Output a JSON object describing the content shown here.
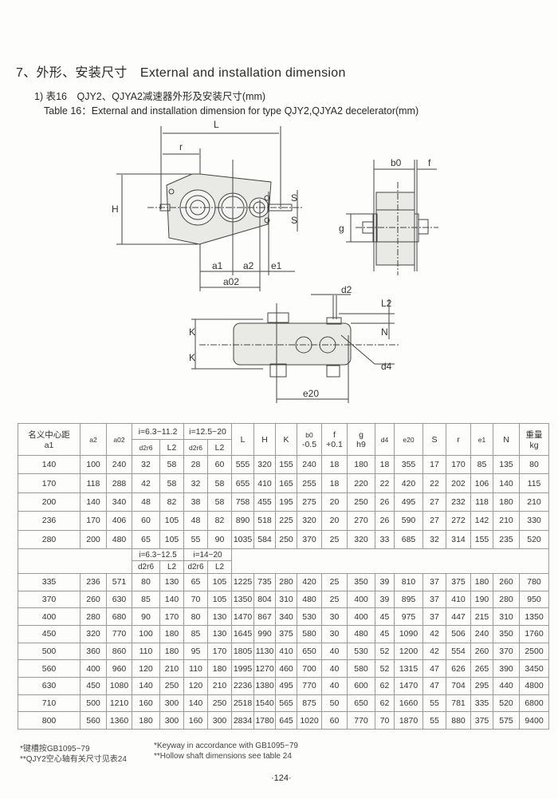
{
  "section_title": "7、外形、安装尺寸　External and installation dimension",
  "subtitle_cn": "1) 表16　QJY2、QJYA2减速器外形及安装尺寸(mm)",
  "subtitle_en": "Table 16：External and installation dimension for type QJY2,QJYA2 decelerator(mm)",
  "diagram_labels": {
    "L": "L",
    "r": "r",
    "H": "H",
    "S1": "S",
    "S2": "S",
    "a1": "a1",
    "a2": "a2",
    "e1": "e1",
    "a02": "a02",
    "b0": "b0",
    "f": "f",
    "g": "g",
    "d2": "d2",
    "L2": "L2",
    "N": "N",
    "K1": "K",
    "K2": "K",
    "d4": "d4",
    "e20": "e20"
  },
  "table": {
    "header": {
      "a1": "名义中心距",
      "a1_sub": "a1",
      "a2": "a2",
      "a02": "a02",
      "ratio1": "i=6.3~11.2",
      "ratio2": "i=12.5~20",
      "d": "d2r6",
      "L2": "L2",
      "L": "L",
      "H": "H",
      "K": "K",
      "b0": "b0",
      "b0_tol": "-0.5",
      "f": "f",
      "f_tol": "+0.1",
      "g": "g",
      "g_tol": "h9",
      "d4": "d4",
      "e20": "e20",
      "S": "S",
      "r": "r",
      "e1": "e1",
      "N": "N",
      "weight": "重量",
      "weight_unit": "kg"
    },
    "subheader": {
      "ratio1": "i=6.3~12.5",
      "ratio2": "i=14~20",
      "d": "d2r6",
      "L2": "L2"
    },
    "rows_group1": [
      [
        "140",
        "100",
        "240",
        "32",
        "58",
        "28",
        "60",
        "555",
        "320",
        "155",
        "240",
        "18",
        "180",
        "18",
        "355",
        "17",
        "170",
        "85",
        "135",
        "80"
      ],
      [
        "170",
        "118",
        "288",
        "42",
        "58",
        "32",
        "58",
        "655",
        "410",
        "165",
        "255",
        "18",
        "220",
        "22",
        "420",
        "22",
        "202",
        "106",
        "140",
        "115"
      ],
      [
        "200",
        "140",
        "340",
        "48",
        "82",
        "38",
        "58",
        "758",
        "455",
        "195",
        "275",
        "20",
        "250",
        "26",
        "495",
        "27",
        "232",
        "118",
        "180",
        "210"
      ],
      [
        "236",
        "170",
        "406",
        "60",
        "105",
        "48",
        "82",
        "890",
        "518",
        "225",
        "320",
        "20",
        "270",
        "26",
        "590",
        "27",
        "272",
        "142",
        "210",
        "330"
      ],
      [
        "280",
        "200",
        "480",
        "65",
        "105",
        "55",
        "90",
        "1035",
        "584",
        "250",
        "370",
        "25",
        "320",
        "33",
        "685",
        "32",
        "314",
        "155",
        "235",
        "520"
      ]
    ],
    "rows_group2": [
      [
        "335",
        "236",
        "571",
        "80",
        "130",
        "65",
        "105",
        "1225",
        "735",
        "280",
        "420",
        "25",
        "350",
        "39",
        "810",
        "37",
        "375",
        "180",
        "260",
        "780"
      ],
      [
        "370",
        "260",
        "630",
        "85",
        "140",
        "70",
        "105",
        "1350",
        "804",
        "310",
        "480",
        "25",
        "400",
        "39",
        "895",
        "37",
        "410",
        "190",
        "280",
        "950"
      ],
      [
        "400",
        "280",
        "680",
        "90",
        "170",
        "80",
        "130",
        "1470",
        "867",
        "340",
        "530",
        "30",
        "400",
        "45",
        "975",
        "37",
        "447",
        "215",
        "310",
        "1350"
      ],
      [
        "450",
        "320",
        "770",
        "100",
        "180",
        "85",
        "130",
        "1645",
        "990",
        "375",
        "580",
        "30",
        "480",
        "45",
        "1090",
        "42",
        "506",
        "240",
        "350",
        "1760"
      ],
      [
        "500",
        "360",
        "860",
        "110",
        "180",
        "95",
        "170",
        "1805",
        "1130",
        "410",
        "650",
        "40",
        "530",
        "52",
        "1200",
        "42",
        "554",
        "260",
        "370",
        "2500"
      ],
      [
        "560",
        "400",
        "960",
        "120",
        "210",
        "110",
        "180",
        "1995",
        "1270",
        "460",
        "700",
        "40",
        "580",
        "52",
        "1315",
        "47",
        "626",
        "265",
        "390",
        "3450"
      ],
      [
        "630",
        "450",
        "1080",
        "140",
        "250",
        "120",
        "210",
        "2236",
        "1380",
        "495",
        "770",
        "40",
        "600",
        "62",
        "1470",
        "47",
        "704",
        "295",
        "440",
        "4800"
      ],
      [
        "710",
        "500",
        "1210",
        "160",
        "300",
        "140",
        "250",
        "2518",
        "1540",
        "565",
        "875",
        "50",
        "650",
        "62",
        "1660",
        "55",
        "781",
        "335",
        "520",
        "6800"
      ],
      [
        "800",
        "560",
        "1360",
        "180",
        "300",
        "160",
        "300",
        "2834",
        "1780",
        "645",
        "1020",
        "60",
        "770",
        "70",
        "1870",
        "55",
        "880",
        "375",
        "575",
        "9400"
      ]
    ]
  },
  "footnotes": {
    "cn1": "*键槽按GB1095−79",
    "cn2": "**QJY2空心轴有关尺寸见表24",
    "en1": "*Keyway in accordance with GB1095−79",
    "en2": "**Hollow shaft dimensions see table 24"
  },
  "page_number": "·124·"
}
